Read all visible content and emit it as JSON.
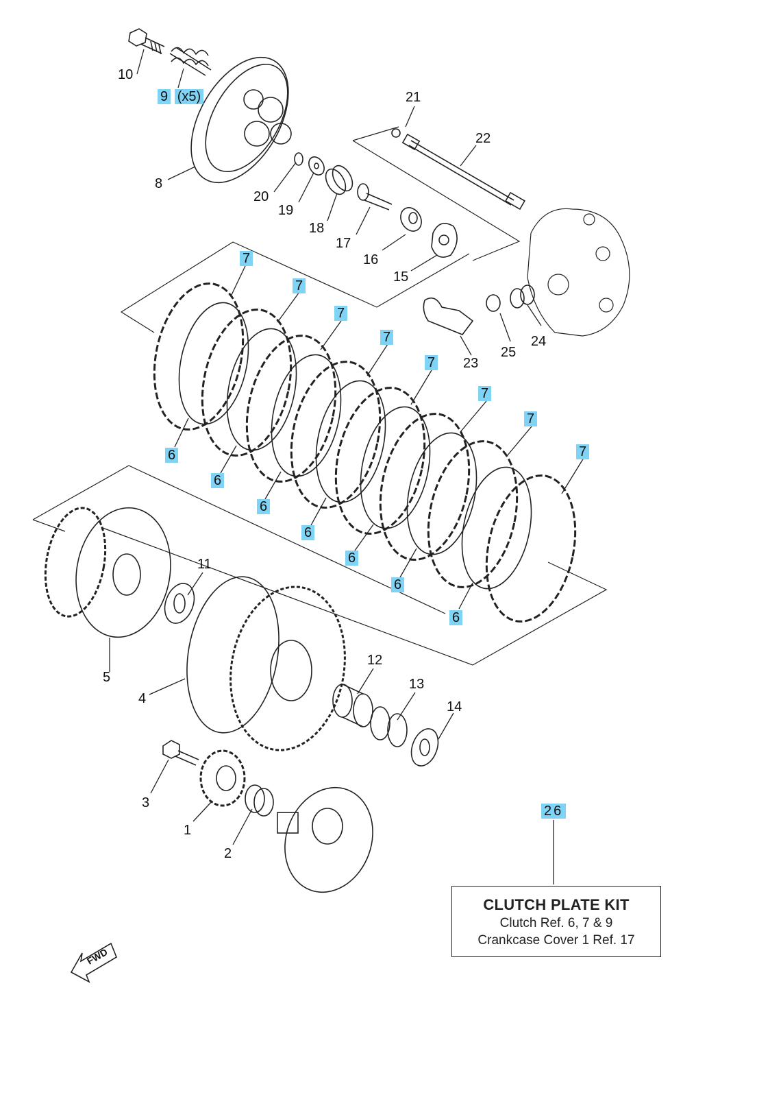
{
  "callouts": {
    "c1": "1",
    "c2": "2",
    "c3": "3",
    "c4": "4",
    "c5": "5",
    "c6": "6",
    "c7": "7",
    "c8": "8",
    "c9": "9",
    "c9_qty": "(x5)",
    "c10": "10",
    "c11": "11",
    "c12": "12",
    "c13": "13",
    "c14": "14",
    "c15": "15",
    "c16": "16",
    "c17": "17",
    "c18": "18",
    "c19": "19",
    "c20": "20",
    "c21": "21",
    "c22": "22",
    "c23": "23",
    "c24": "24",
    "c25": "25",
    "c26": "26"
  },
  "kit": {
    "title": "CLUTCH PLATE KIT",
    "line1": "Clutch Ref. 6, 7 & 9",
    "line2": "Crankcase Cover 1 Ref. 17"
  },
  "fwd_label": "FWD",
  "colors": {
    "highlight": "#7fd3f5",
    "line": "#222222"
  }
}
